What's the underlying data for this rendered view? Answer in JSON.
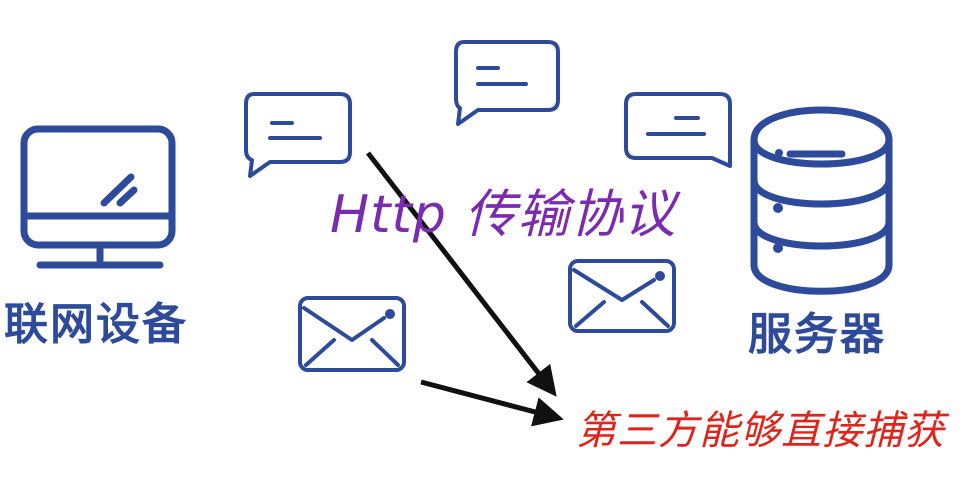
{
  "labels": {
    "device": "联网设备",
    "server": "服务器",
    "protocol": "Http 传输协议",
    "capture": "第三方能够直接捕获"
  },
  "icons": {
    "device": "monitor-icon",
    "server": "database-server-icon",
    "message": "chat-bubble-icon",
    "mail": "envelope-icon"
  },
  "colors": {
    "icon_stroke": "#2E4A9A",
    "protocol_text": "#7A2BB0",
    "capture_text": "#E0241B",
    "arrow": "#111111"
  }
}
